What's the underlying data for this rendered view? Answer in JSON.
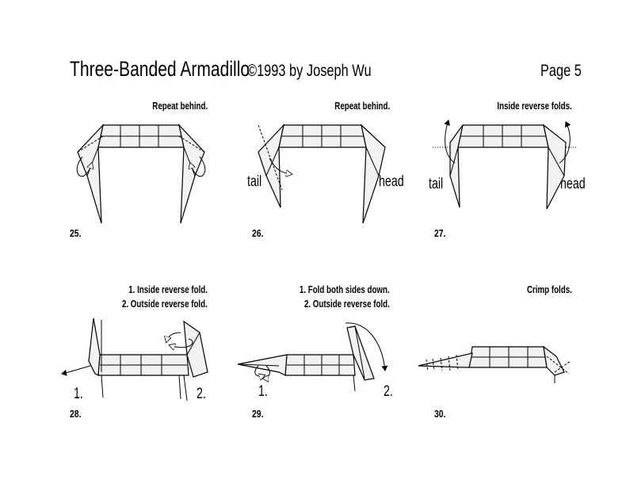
{
  "header": {
    "title": "Three-Banded Armadillo",
    "byline": "©1993 by Joseph Wu",
    "page": "Page 5"
  },
  "steps": [
    {
      "number": "25.",
      "instruction": "Repeat behind."
    },
    {
      "number": "26.",
      "instruction": "Repeat behind.",
      "labels": [
        "tail",
        "head"
      ]
    },
    {
      "number": "27.",
      "instruction": "Inside reverse folds.",
      "labels": [
        "tail",
        "head"
      ]
    },
    {
      "number": "28.",
      "instruction_lines": [
        "1. Inside reverse fold.",
        "2. Outside reverse fold."
      ],
      "labels": [
        "1.",
        "2."
      ]
    },
    {
      "number": "29.",
      "instruction_lines": [
        "1. Fold both sides down.",
        "2. Outside reverse fold."
      ],
      "labels": [
        "1.",
        "2."
      ]
    },
    {
      "number": "30.",
      "instruction": "Crimp folds."
    }
  ]
}
